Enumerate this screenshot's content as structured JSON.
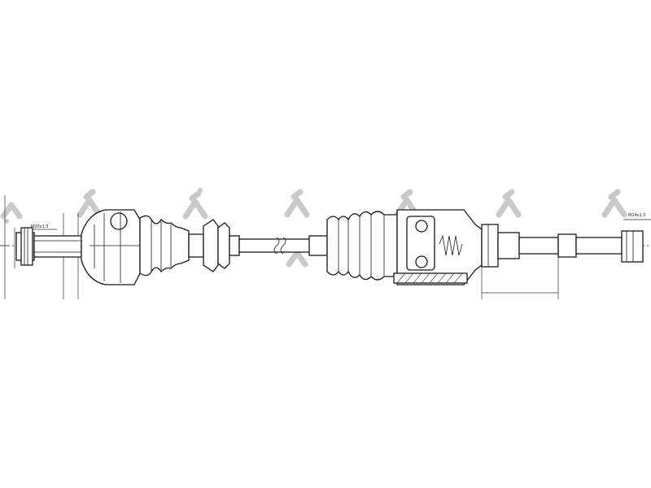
{
  "drawing": {
    "subject": "drive-shaft-assembly",
    "dimension_labels": {
      "outer_thread": "M20x1.5",
      "inner_thread": "M24x1.5"
    },
    "watermark_icon": "brand-logo-icon",
    "line_color": "#1a1a1a",
    "watermark_color": "#c9c9c9"
  }
}
